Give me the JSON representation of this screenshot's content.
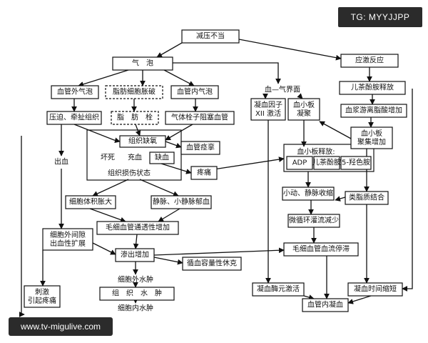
{
  "watermark_top": "TG: MYYJJPP",
  "watermark_bottom": "www.tv-migulive.com",
  "nodes": {
    "decompression": "减压不当",
    "bubble": "气　泡",
    "stress": "应激反应",
    "extravascular": "血管外气泡",
    "fat_rupture": "脂肪细胞胀破",
    "intravascular": "血管内气泡",
    "blood_gas": "血—气界面",
    "catecholamine_release": "儿茶酚胺释放",
    "compression": "压迫、牵扯组织",
    "fat_embolus": "脂　肪　栓",
    "gas_embolism": "气体栓子阻塞血管",
    "factor_xii": "凝血因子\nXII 激活",
    "platelet_agg": "血小板\n凝聚",
    "plasma_fa": "血浆游离脂酸增加",
    "hypoxia": "组织缺氧",
    "vasospasm": "血管痉挛",
    "bleeding": "出血",
    "necrosis": "坏死",
    "congestion": "充血",
    "ischemia": "缺血",
    "pain": "疼痛",
    "damage": "组织损伤状态",
    "platelet_release": "血小板释放:",
    "platelet_increase": "血小板\n聚集增加",
    "adp": "ADP",
    "catecholamine": "儿茶酚胺",
    "serotonin": "5-羟色胺",
    "cell_swelling": "细胞体积胀大",
    "venule": "静脉、小静脉郁血",
    "constriction": "小动、静脉收缩",
    "lipid_binding": "类脂质结合",
    "interstitial": "细胞外间隙\n出血性扩展",
    "permeability": "毛细血管通透性增加",
    "microcirc": "微循环灌流减少",
    "exudation": "渗出增加",
    "stasis": "毛细血管血流停滞",
    "hypovolemia": "循血容量性休克",
    "edema_out": "细胞外水肿",
    "edema_tissue": "组　织　水　肿",
    "edema_in": "细胞内水肿",
    "stimulate": "刺激\n引起疼痛",
    "fibrinogen": "凝血酶元激活",
    "clotting_time": "凝血时间缩短",
    "dic": "血管内凝血"
  }
}
